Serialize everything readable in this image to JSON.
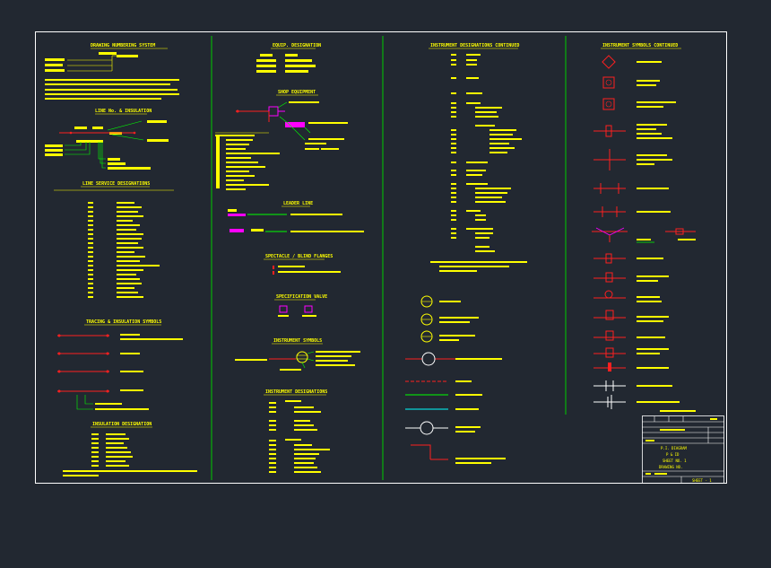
{
  "colors": {
    "background": "#222831",
    "frame": "#ffffff",
    "divider": "#00cc00",
    "text": "#ffff00",
    "symbol": "#ff2020",
    "accent": "#ff00ff",
    "cyan": "#00ffff",
    "green_line": "#00ff00"
  },
  "columns": {
    "col1": {
      "title_1": "DRAWING NUMBERING SYSTEM",
      "title_2": "LINE No. & INSULATION",
      "title_3": "LINE SERVICE DESIGNATIONS",
      "title_4": "TRACING & INSULATION SYMBOLS",
      "title_5": "INSULATION DESIGNATION"
    },
    "col2": {
      "title_1": "EQUIP. DESIGNATION",
      "title_2": "SHOP EQUIPMENT",
      "title_3": "LEADER LINE",
      "title_4": "SPECTACLE / BLIND FLANGES",
      "title_5": "SPECIFICATION VALVE",
      "title_6": "INSTRUMENT SYMBOLS",
      "title_7": "INSTRUMENT DESIGNATIONS"
    },
    "col3": {
      "title_1": "INSTRUMENT DESIGNATIONS CONTINUED"
    },
    "col4": {
      "title_1": "INSTRUMENT SYMBOLS CONTINUED"
    }
  },
  "title_block": {
    "line_1": "P.I. DIAGRAM",
    "line_2": "P & ID",
    "line_3": "SHEET NO. 1",
    "line_4": "DRAWING NO.",
    "sheet_no": "SHEET - 1"
  }
}
